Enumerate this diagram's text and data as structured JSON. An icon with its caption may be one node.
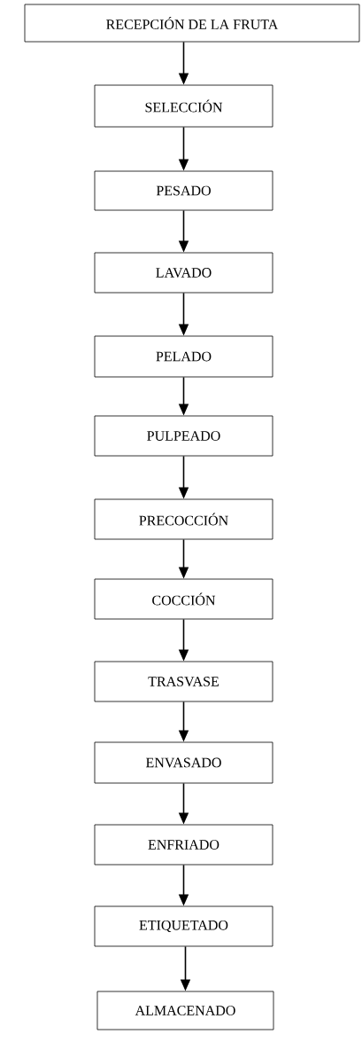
{
  "diagram": {
    "nodes": [
      {
        "text": [
          "RECEPCIÓN DE LA FRUTA"
        ]
      },
      {
        "text": [
          "SELECCIÓN"
        ]
      },
      {
        "text": [
          "PESADO"
        ]
      },
      {
        "text": [
          "LAVADO"
        ]
      },
      {
        "text": [
          "PELADO"
        ]
      },
      {
        "text": [
          "PULPEADO"
        ]
      },
      {
        "text": [
          "PRECOCCIÓN"
        ]
      },
      {
        "text": [
          "COCCIÓN"
        ]
      },
      {
        "text": [
          "TRASVASE"
        ]
      },
      {
        "text": [
          "ENVASADO"
        ]
      },
      {
        "text": [
          "ENFRIADO"
        ]
      },
      {
        "text": [
          "ETIQUETADO"
        ]
      },
      {
        "text": [
          "ALMACENADO"
        ]
      }
    ],
    "edges": [
      {
        "from": 0,
        "to": 1,
        "arrow": "to"
      },
      {
        "from": 1,
        "to": 2,
        "arrow": "to"
      },
      {
        "from": 2,
        "to": 3,
        "arrow": "to"
      },
      {
        "from": 3,
        "to": 4,
        "arrow": "to"
      },
      {
        "from": 4,
        "to": 5,
        "arrow": "to"
      },
      {
        "from": 5,
        "to": 6,
        "arrow": "to"
      },
      {
        "from": 6,
        "to": 7,
        "arrow": "to"
      },
      {
        "from": 7,
        "to": 8,
        "arrow": "to"
      },
      {
        "from": 8,
        "to": 9,
        "arrow": "to"
      },
      {
        "from": 9,
        "to": 10,
        "arrow": "to"
      },
      {
        "from": 10,
        "to": 11,
        "arrow": "to"
      },
      {
        "from": 11,
        "to": 12,
        "arrow": "to"
      }
    ]
  }
}
